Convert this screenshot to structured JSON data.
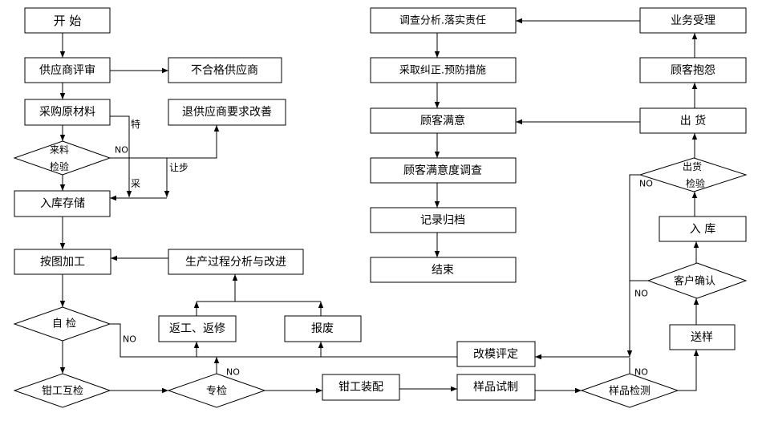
{
  "nodes": {
    "start": "开 始",
    "supplier_review": "供应商评审",
    "unqualified_supplier": "不合格供应商",
    "purchase_materials": "采购原材料",
    "return_to_supplier": "退供应商要求改善",
    "incoming_inspection": [
      "来料",
      "检验"
    ],
    "warehouse_storage": "入库存储",
    "machining_per_drawing": "按图加工",
    "process_analysis": "生产过程分析与改进",
    "self_check": "自 检",
    "rework": "返工、返修",
    "scrap": "报废",
    "mold_evaluation": "改模评定",
    "fitter_mutual_check": "钳工互检",
    "special_check": "专检",
    "fitter_assembly": "钳工装配",
    "sample_trial": "样品试制",
    "sample_test": "样品检测",
    "send_sample": "送样",
    "customer_confirm": "客户确认",
    "stock_in": "入 库",
    "shipment_inspection": [
      "出货",
      "检验"
    ],
    "shipment": "出 货",
    "customer_complaint": "顾客抱怨",
    "business_acceptance": "业务受理",
    "investigation": "调查分析.落实责任",
    "corrective_action": "采取纠正.预防措施",
    "customer_satisfaction": "顾客满意",
    "satisfaction_survey": "顾客满意度调查",
    "record_archive": "记录归档",
    "end": "结束"
  },
  "edge_labels": {
    "incoming_no": "NO",
    "special_purchase": [
      "特",
      "采"
    ],
    "concession": "让步",
    "self_check_no": "NO",
    "special_check_no": "NO",
    "shipment_inspection_no": "NO",
    "customer_confirm_no": "NO",
    "sample_test_no": "NO"
  },
  "colors": {
    "line": "#000000",
    "box_fill": "#ffffff",
    "background": "#ffffff"
  }
}
